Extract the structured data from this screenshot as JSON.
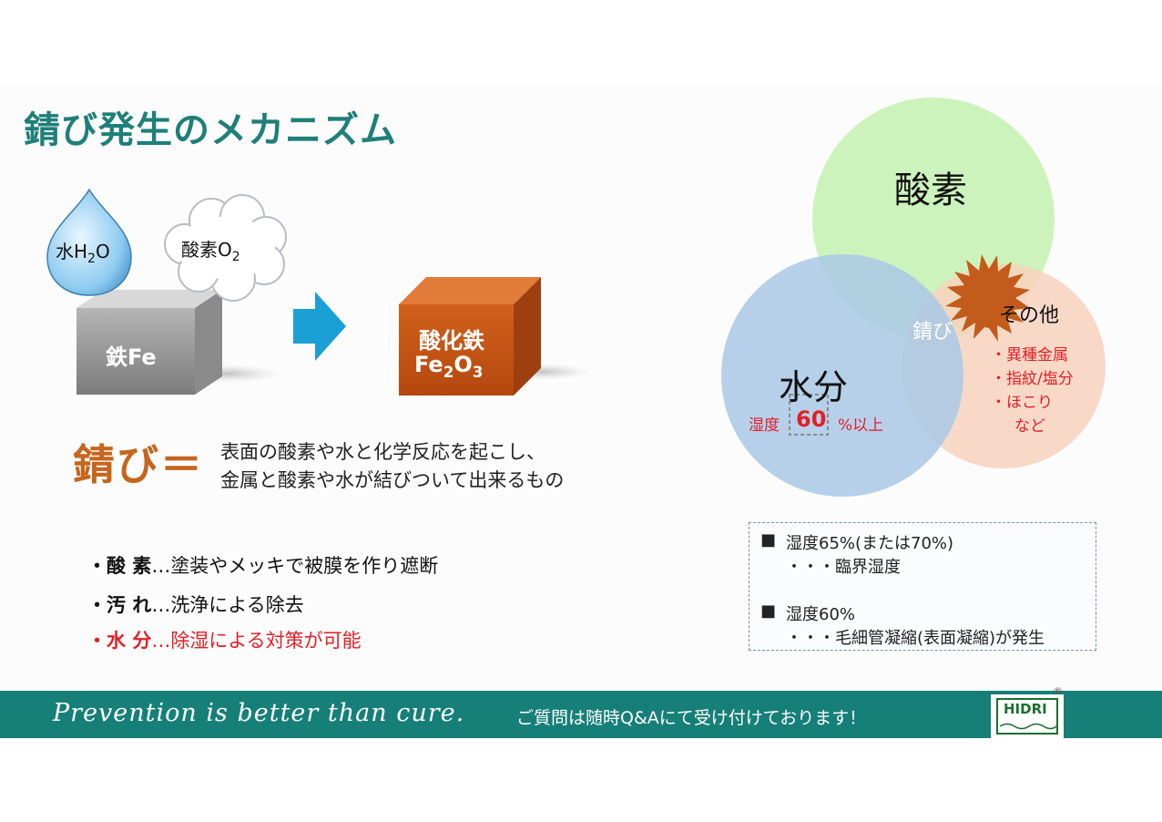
{
  "slide": {
    "title": "錆び発生のメカニズム",
    "water_drop": {
      "label": "水H",
      "sub": "2",
      "tail": "O"
    },
    "oxygen_cloud": {
      "label": "酸素O",
      "sub": "2"
    },
    "iron_cube": {
      "label": "鉄Fe"
    },
    "oxide_cube": {
      "line1": "酸化鉄",
      "line2_a": "Fe",
      "line2_b": "2",
      "line2_c": "O",
      "line2_d": "3"
    },
    "definition": {
      "term": "錆び＝",
      "line1": "表面の酸素や水と化学反応を起こし、",
      "line2": "金属と酸素や水が結びついて出来るもの"
    },
    "bullets": [
      {
        "head": "・酸 素",
        "text": "…塗装やメッキで被膜を作り遮断"
      },
      {
        "head": "・汚 れ",
        "text": "…洗浄による除去"
      },
      {
        "head": "・水 分",
        "text": "…除湿による対策が可能"
      }
    ],
    "venn": {
      "oxygen": "酸素",
      "water": "水分",
      "humidity_prefix": "湿度",
      "humidity_value": "60",
      "humidity_suffix": "%以上",
      "other": "その他",
      "other_items": [
        "・異種金属",
        "・指紋/塩分",
        "・ほこり",
        "など"
      ],
      "rust": "錆び"
    },
    "notes": [
      {
        "head": "■",
        "line1": "湿度65%(または70%)",
        "line2": "・・・臨界湿度"
      },
      {
        "head": "■",
        "line1": "湿度60%",
        "line2": "・・・毛細管凝縮(表面凝縮)が発生"
      }
    ],
    "footer": {
      "motto": "Prevention is better than cure.",
      "message": "ご質問は随時Q&Aにて受け付けております！",
      "logo": "HIDRI",
      "registered": "®"
    }
  },
  "colors": {
    "title": "#1f7f79",
    "footer_bg": "#167f78",
    "accent_orange": "#c5661e",
    "alert_red": "#e21f26",
    "venn_oxygen": "#c9f2b6",
    "venn_water": "#a9c8e6",
    "venn_other": "#f7d2bd",
    "rust_star": "#c25b1b"
  }
}
